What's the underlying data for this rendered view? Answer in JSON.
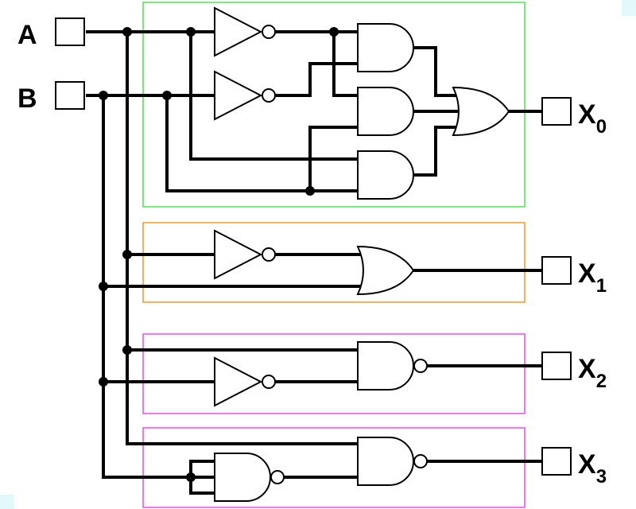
{
  "inputs": [
    {
      "name": "A"
    },
    {
      "name": "B"
    }
  ],
  "outputs": [
    {
      "name": "X",
      "sub": "0"
    },
    {
      "name": "X",
      "sub": "1"
    },
    {
      "name": "X",
      "sub": "2"
    },
    {
      "name": "X",
      "sub": "3"
    }
  ],
  "groups": [
    {
      "name": "x0-logic",
      "color": "#55dd55"
    },
    {
      "name": "x1-logic",
      "color": "#ee9933"
    },
    {
      "name": "x2-logic",
      "color": "#e050e0"
    },
    {
      "name": "x3-logic",
      "color": "#e050e0"
    }
  ],
  "colors": {
    "wire": "#000000",
    "corner": "#e3f8fb"
  }
}
